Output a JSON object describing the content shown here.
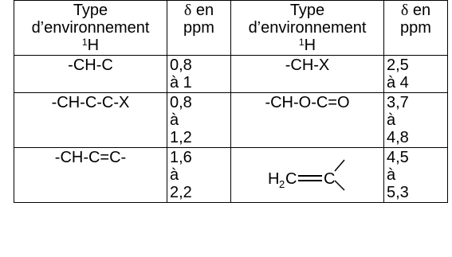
{
  "table": {
    "headers": [
      {
        "type_line1": "Type",
        "type_line2": "d’environnement",
        "type_sup": "1",
        "type_nucleus": "H"
      },
      {
        "delta_symbol": "δ",
        "delta_rest": " en",
        "unit": "ppm"
      },
      {
        "type_line1": "Type",
        "type_line2": "d’environnement",
        "type_sup": "1",
        "type_nucleus": "H"
      },
      {
        "delta_symbol": "δ",
        "delta_rest": " en",
        "unit": "ppm"
      }
    ],
    "rows": [
      {
        "left_env": "-CH-C",
        "left_shift": "0,8\nà 1",
        "right_env": "-CH-X",
        "right_shift": "2,5\nà 4"
      },
      {
        "left_env": "-CH-C-C-X",
        "left_shift": "0,8\nà\n1,2",
        "right_env": "-CH-O-C=O",
        "right_shift": "3,7\nà\n4,8"
      },
      {
        "left_env": "-CH-C=C-",
        "left_shift": "1,6\nà\n2,2",
        "right_struct": {
          "label_H": "H",
          "label_sub": "2",
          "label_C1": "C",
          "label_C2": "C"
        },
        "right_shift": "4,5\nà\n5,3"
      }
    ]
  }
}
